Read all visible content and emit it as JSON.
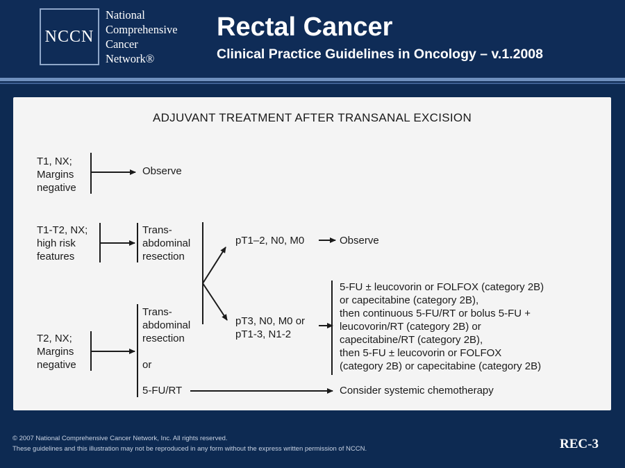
{
  "header": {
    "logo_abbr": "NCCN",
    "logo_lines": [
      "National",
      "Comprehensive",
      "Cancer",
      "Network®"
    ],
    "title": "Rectal Cancer",
    "subtitle": "Clinical Practice Guidelines in Oncology – v.1.2008"
  },
  "panel": {
    "heading": "ADJUVANT TREATMENT AFTER TRANSANAL EXCISION",
    "row1": {
      "condition": [
        "T1, NX;",
        "Margins",
        "negative"
      ],
      "outcome": "Observe"
    },
    "row2": {
      "condition": [
        "T1-T2, NX;",
        "high risk",
        "features"
      ],
      "procedure": [
        "Trans-",
        "abdominal",
        "resection"
      ]
    },
    "row3": {
      "condition": [
        "T2, NX;",
        "Margins",
        "negative"
      ],
      "procedure": [
        "Trans-",
        "abdominal",
        "resection"
      ],
      "or_label": "or",
      "alt_treatment": "5-FU/RT",
      "alt_outcome": "Consider systemic chemotherapy"
    },
    "branch_upper": {
      "stage": "pT1–2, N0, M0",
      "outcome": "Observe"
    },
    "branch_lower": {
      "stage": [
        "pT3, N0, M0 or",
        "pT1-3, N1-2"
      ],
      "outcome": [
        "5-FU ± leucovorin or FOLFOX (category 2B)",
        "or capecitabine (category 2B),",
        "then continuous 5-FU/RT or bolus 5-FU +",
        "leucovorin/RT (category 2B) or",
        "capecitabine/RT (category 2B),",
        "then 5-FU ± leucovorin or FOLFOX",
        "(category 2B) or capecitabine (category 2B)"
      ]
    }
  },
  "footer": {
    "copyright": "© 2007 National Comprehensive Cancer Network, Inc. All rights reserved.",
    "notice": "These guidelines and this illustration may not be reproduced in any form without the express written permission of NCCN.",
    "page_code": "REC-3"
  }
}
